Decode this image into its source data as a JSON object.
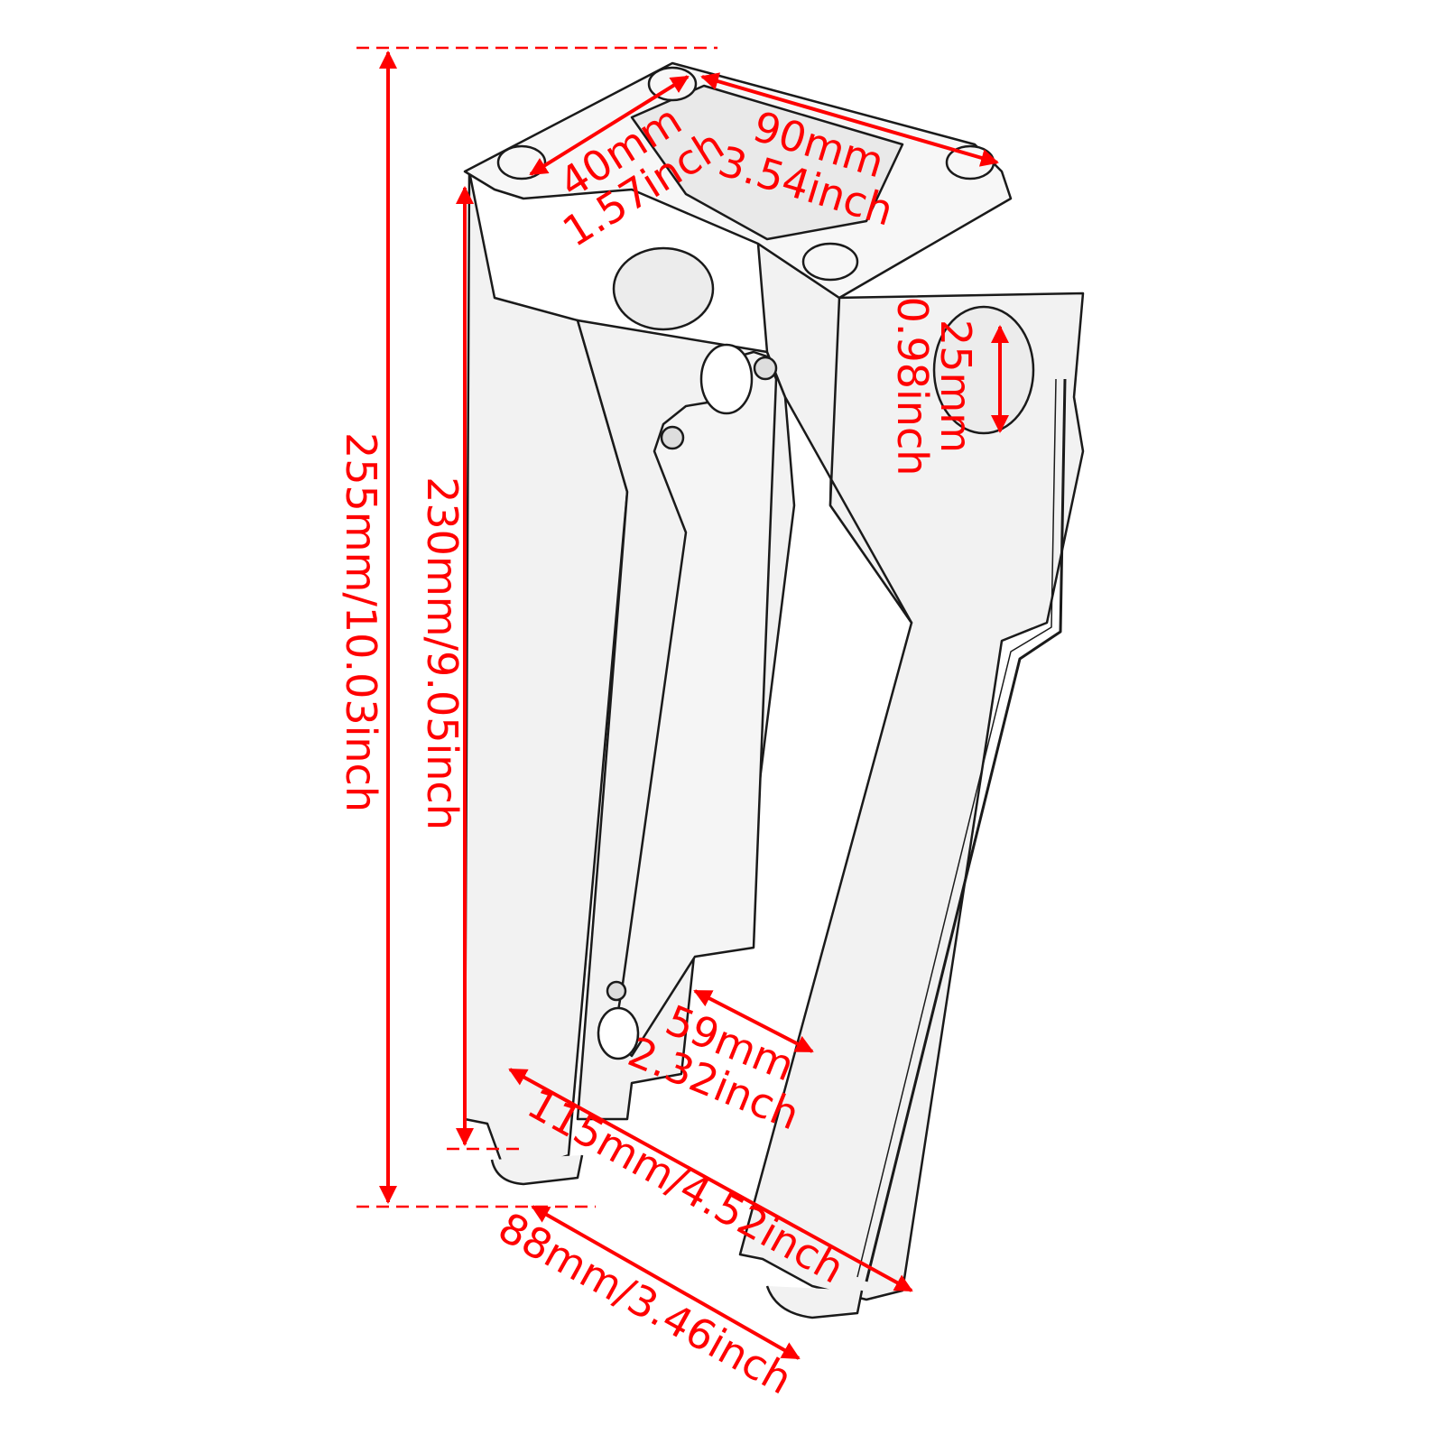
{
  "diagram": {
    "subject": "motorcycle handlebar pullback riser",
    "accent_color": "#ff0000",
    "line_color": "#1a1a1a",
    "body_fill": "#f1f1f1"
  },
  "dimensions": {
    "overall_height": {
      "label": "255mm/10.03inch",
      "mm": 255,
      "inch": 10.03
    },
    "riser_height": {
      "label": "230mm/9.05inch",
      "mm": 230,
      "inch": 9.05
    },
    "clamp_width": {
      "mm_label": "40mm",
      "inch_label": "1.57inch",
      "mm": 40,
      "inch": 1.57
    },
    "clamp_spacing": {
      "mm_label": "90mm",
      "inch_label": "3.54inch",
      "mm": 90,
      "inch": 3.54
    },
    "clamp_bore": {
      "mm_label": "25mm",
      "inch_label": "0.98inch",
      "mm": 25,
      "inch": 0.98
    },
    "leg_gap": {
      "mm_label": "59mm",
      "inch_label": "2.32inch",
      "mm": 59,
      "inch": 2.32
    },
    "outer_base_width": {
      "label": "115mm/4.52inch",
      "mm": 115,
      "inch": 4.52
    },
    "mount_spacing": {
      "label": "88mm/3.46inch",
      "mm": 88,
      "inch": 3.46
    }
  }
}
